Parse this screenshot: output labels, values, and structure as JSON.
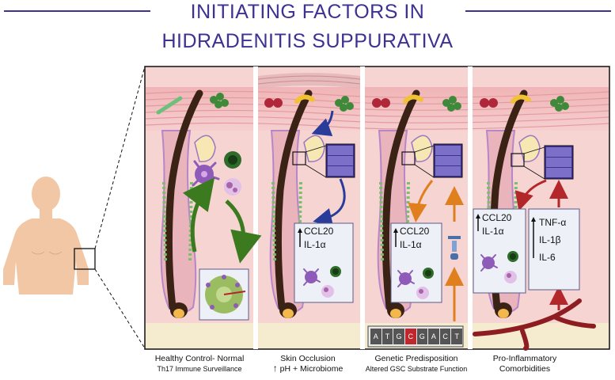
{
  "title": {
    "line1": "INITIATING FACTORS IN",
    "line2": "HIDRADENITIS SUPPURATIVA"
  },
  "colors": {
    "title": "#3d3191",
    "skin": "#f3c9c4",
    "dermis": "#f6d4d2",
    "subcutis": "#f5ecd0",
    "hair": "#3a2214",
    "green_arrow": "#3b7a1e",
    "blue_arrow": "#2a3c9a",
    "orange_arrow": "#e07f1e",
    "red_arrow": "#b3262a"
  },
  "panels": [
    {
      "caption_line1": "Healthy Control- Normal",
      "caption_line2": "Th17 Immune Surveillance"
    },
    {
      "caption_line1": "Skin Occlusion",
      "caption_line2": "pH + Microbiome",
      "box_text": [
        "CCL20",
        "IL-1α"
      ]
    },
    {
      "caption_line1": "Genetic Predisposition",
      "caption_line2": "Altered GSC Substrate Function",
      "box_text": [
        "CCL20",
        "IL-1α"
      ],
      "dna": [
        "A",
        "T",
        "G",
        "C",
        "G",
        "A",
        "C",
        "T"
      ]
    },
    {
      "caption_line1": "Pro-Inflammatory",
      "caption_line2": "Comorbidities",
      "box_left": [
        "CCL20",
        "IL-1α"
      ],
      "box_right": [
        "TNF-α",
        "IL-1β",
        "IL-6"
      ]
    }
  ]
}
